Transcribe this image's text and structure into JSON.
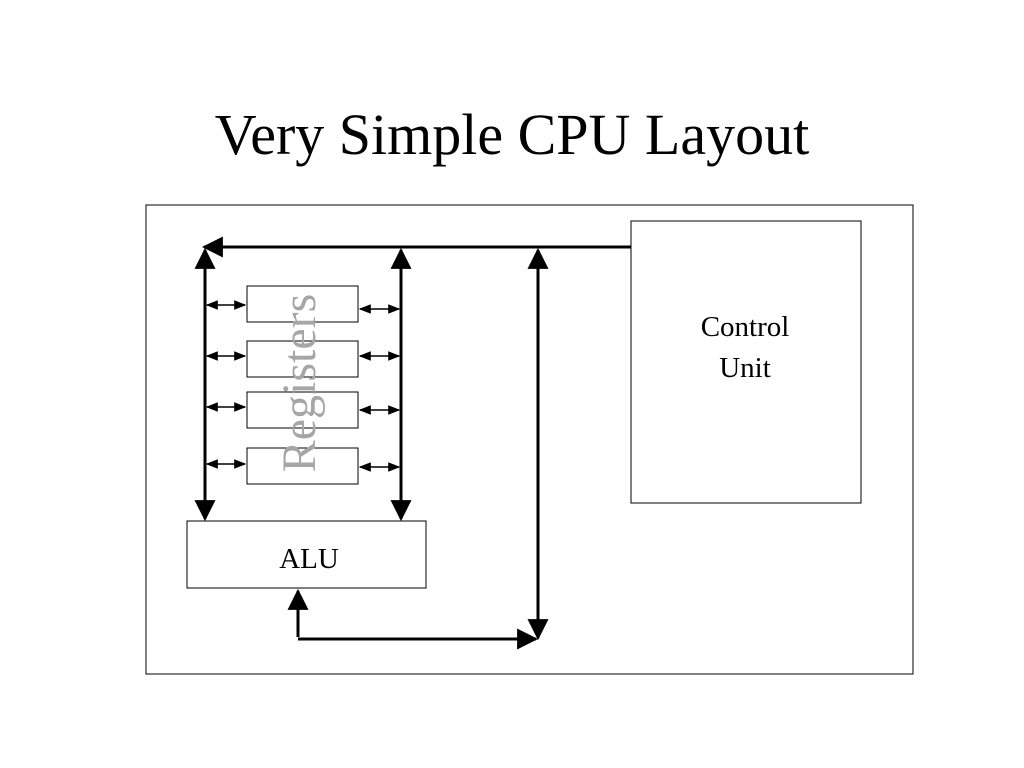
{
  "slide": {
    "title": "Very Simple CPU Layout"
  },
  "diagram": {
    "control_unit": {
      "line1": "Control",
      "line2": "Unit"
    },
    "alu": {
      "label": "ALU"
    },
    "registers": {
      "label": "Registers",
      "count": 4
    },
    "colors": {
      "stroke": "#000000",
      "registers_label": "#a6a6a6",
      "background": "#ffffff"
    }
  }
}
